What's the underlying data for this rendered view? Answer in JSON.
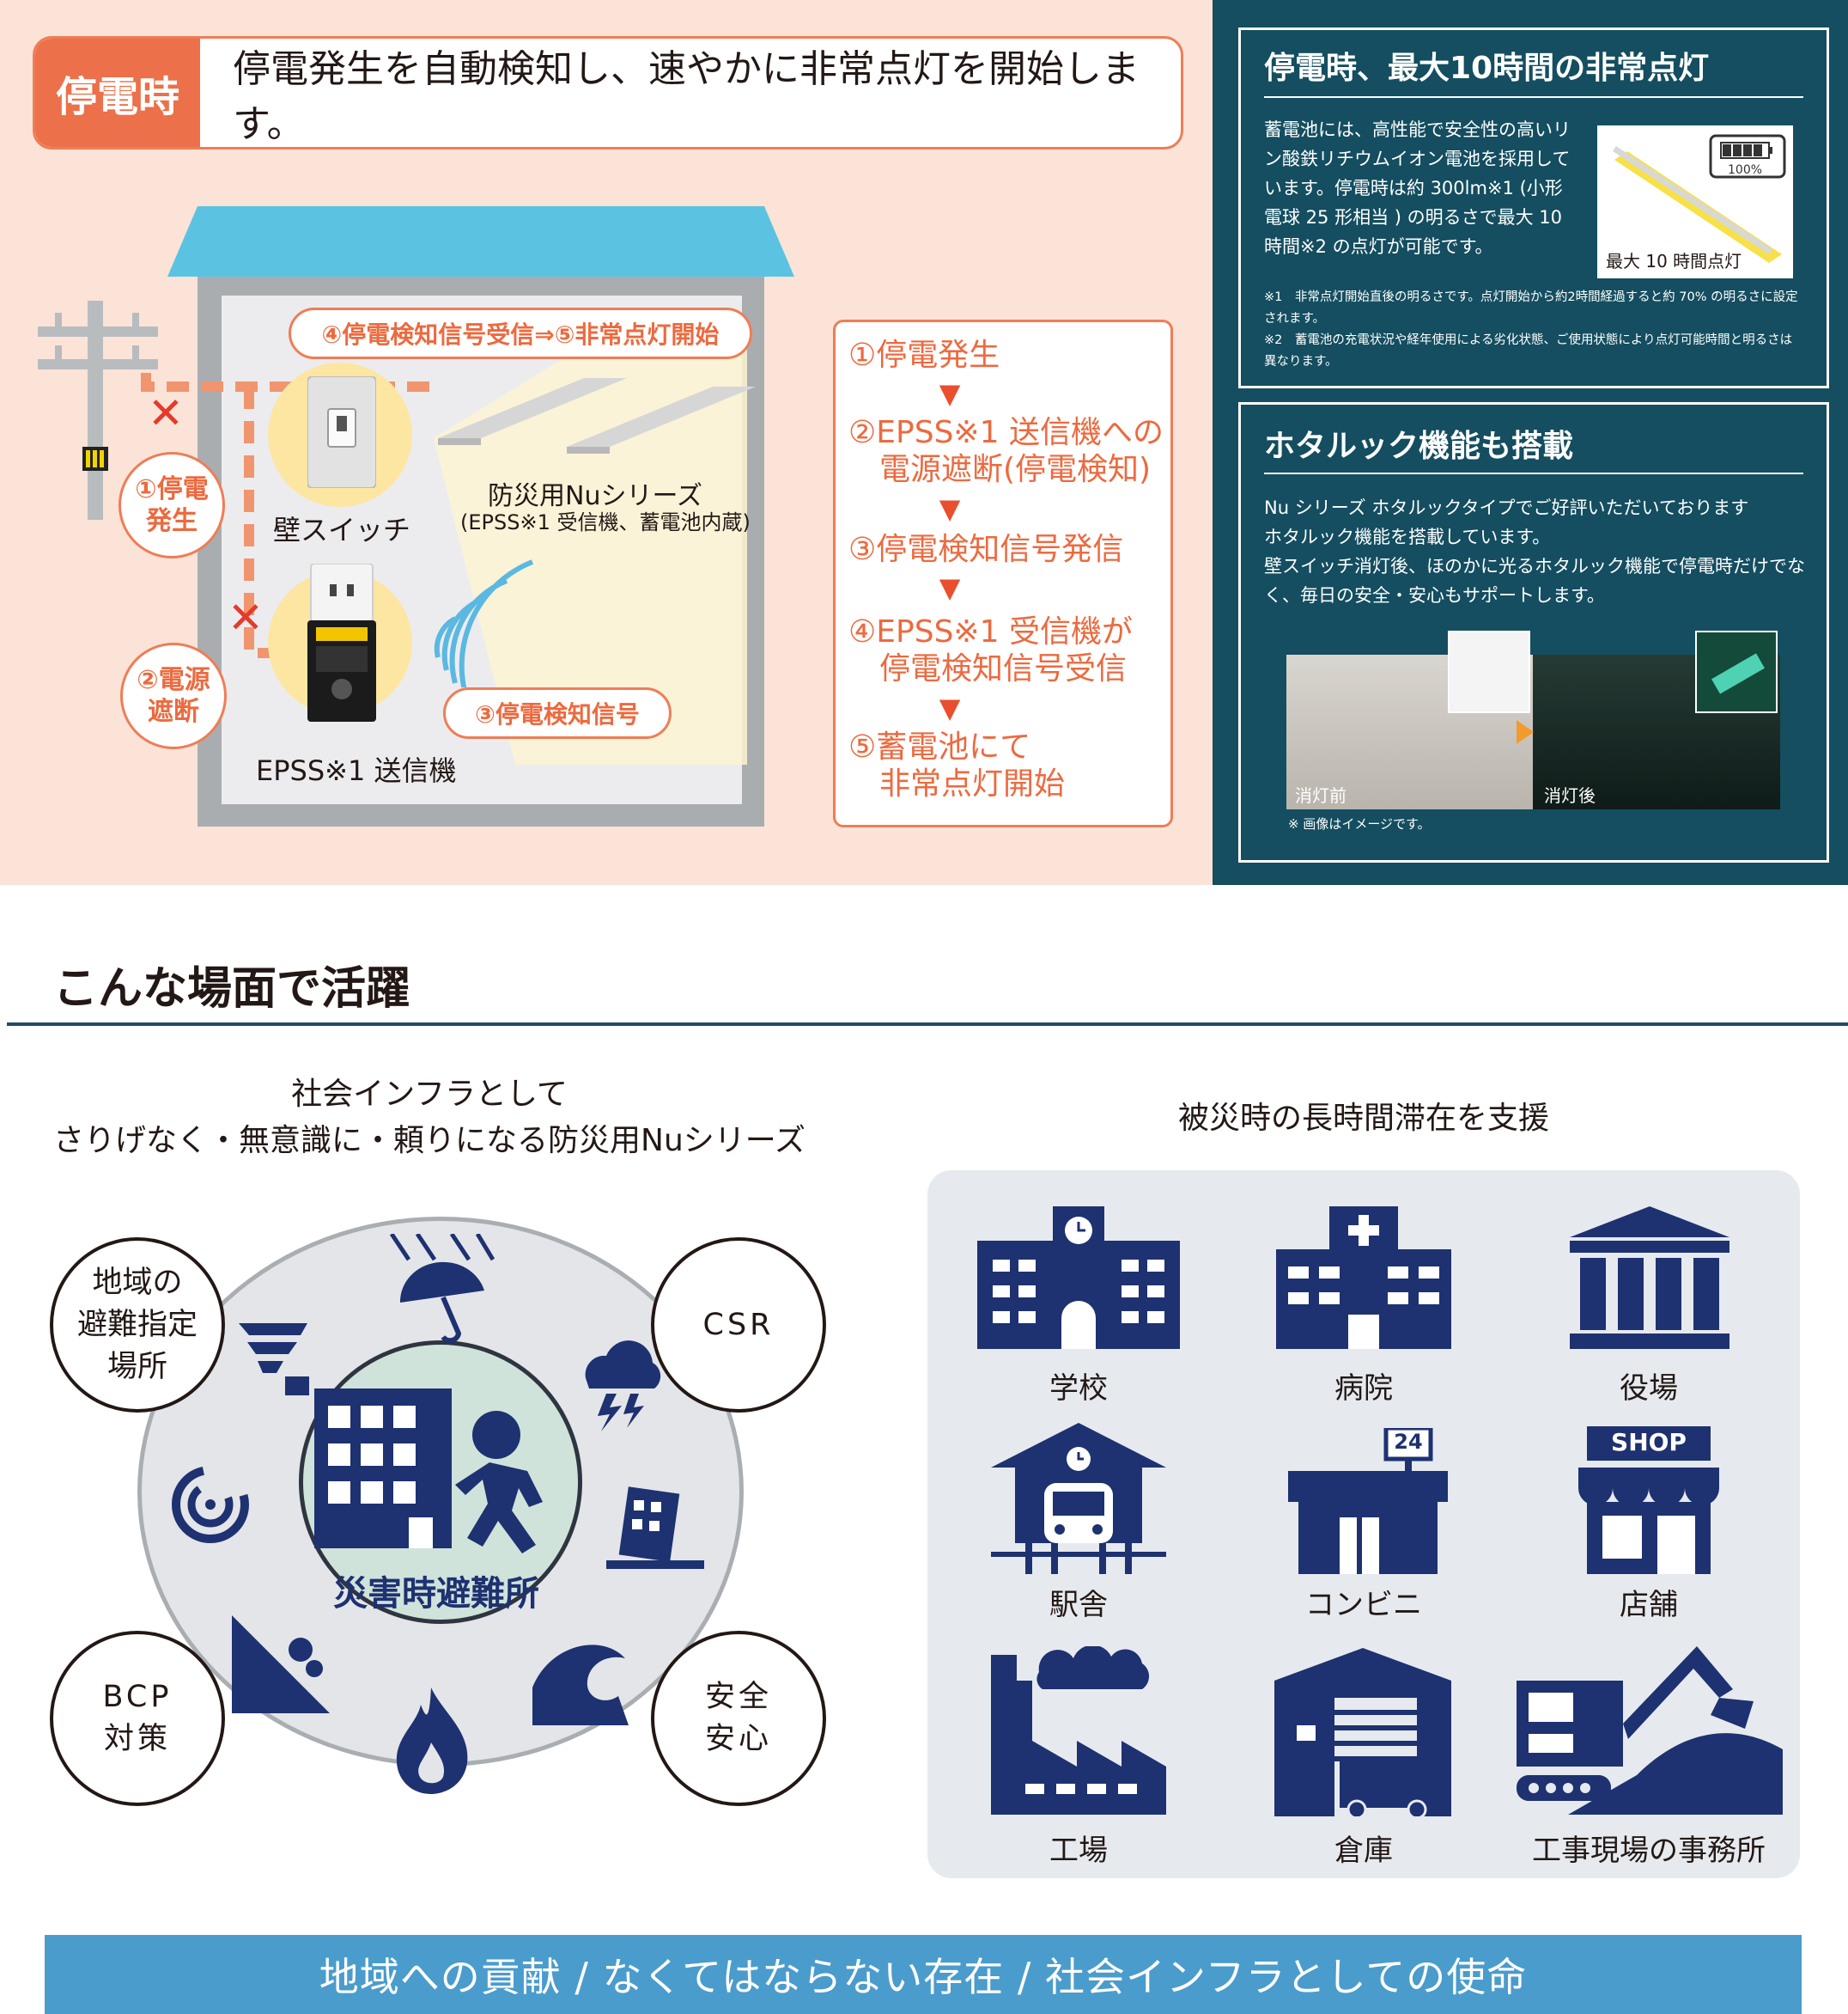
{
  "header": {
    "tag": "停電時",
    "text": "停電発生を自動検知し、速やかに非常点灯を開始します。"
  },
  "diagram": {
    "top_label": "④停電検知信号受信⇒⑤非常点灯開始",
    "bubble_1": "①停電\n発生",
    "bubble_2": "②電源\n遮断",
    "signal_label": "③停電検知信号",
    "wall_switch": "壁スイッチ",
    "product_name": "防災用Nuシリーズ",
    "product_sub": "(EPSS※1 受信機、蓄電池内蔵)",
    "transmitter": "EPSS※1 送信機"
  },
  "flow": {
    "steps": [
      "①停電発生",
      "②EPSS※1 送信機への\n　電源遮断(停電検知)",
      "③停電検知信号発信",
      "④EPSS※1 受信機が\n　停電検知信号受信",
      "⑤蓄電池にて\n　非常点灯開始"
    ],
    "arrow": "▼"
  },
  "panel1": {
    "title": "停電時、最大10時間の非常点灯",
    "body": "蓄電池には、高性能で安全性の高いリン酸鉄リチウムイオン電池を採用しています。停電時は約 300lm※1 (小形電球 25 形相当 ) の明るさで最大 10 時間※2 の点灯が可能です。",
    "battery": "100%",
    "image_caption": "最大 10 時間点灯",
    "note1": "※1　非常点灯開始直後の明るさです。点灯開始から約2時間経過すると約 70% の明るさに設定されます。",
    "note2": "※2　蓄電池の充電状況や経年使用による劣化状態、ご使用状態により点灯可能時間と明るさは異なります。"
  },
  "panel2": {
    "title": "ホタルック機能も搭載",
    "body": "Nu シリーズ ホタルックタイプでご好評いただいております\nホタルック機能を搭載しています。\n壁スイッチ消灯後、ほのかに光るホタルック機能で停電時だけでなく、毎日の安全・安心もサポートします。",
    "before": "消灯前",
    "after": "消灯後",
    "note": "※ 画像はイメージです。"
  },
  "section2": {
    "title": "こんな場面で活躍",
    "left_caption_1": "社会インフラとして",
    "left_caption_2": "さりげなく・無意識に・頼りになる防災用Nuシリーズ",
    "center_label": "災害時避難所",
    "circles": {
      "top_left": "地域の\n避難指定\n場所",
      "top_right": "CSR",
      "bottom_left": "BCP\n対策",
      "bottom_right": "安全\n安心"
    },
    "right_caption": "被災時の長時間滞在を支援",
    "facilities": [
      "学校",
      "病院",
      "役場",
      "駅舎",
      "コンビニ",
      "店舗",
      "工場",
      "倉庫",
      "工事現場の事務所"
    ],
    "store_sign_24": "24",
    "store_sign_shop": "SHOP"
  },
  "banner": "地域への貢献 / なくてはならない存在 / 社会インフラとしての使命",
  "colors": {
    "orange": "#ec7049",
    "navy": "#1e3170",
    "teal_dark": "#144e60",
    "banner": "#4a9ccc"
  }
}
